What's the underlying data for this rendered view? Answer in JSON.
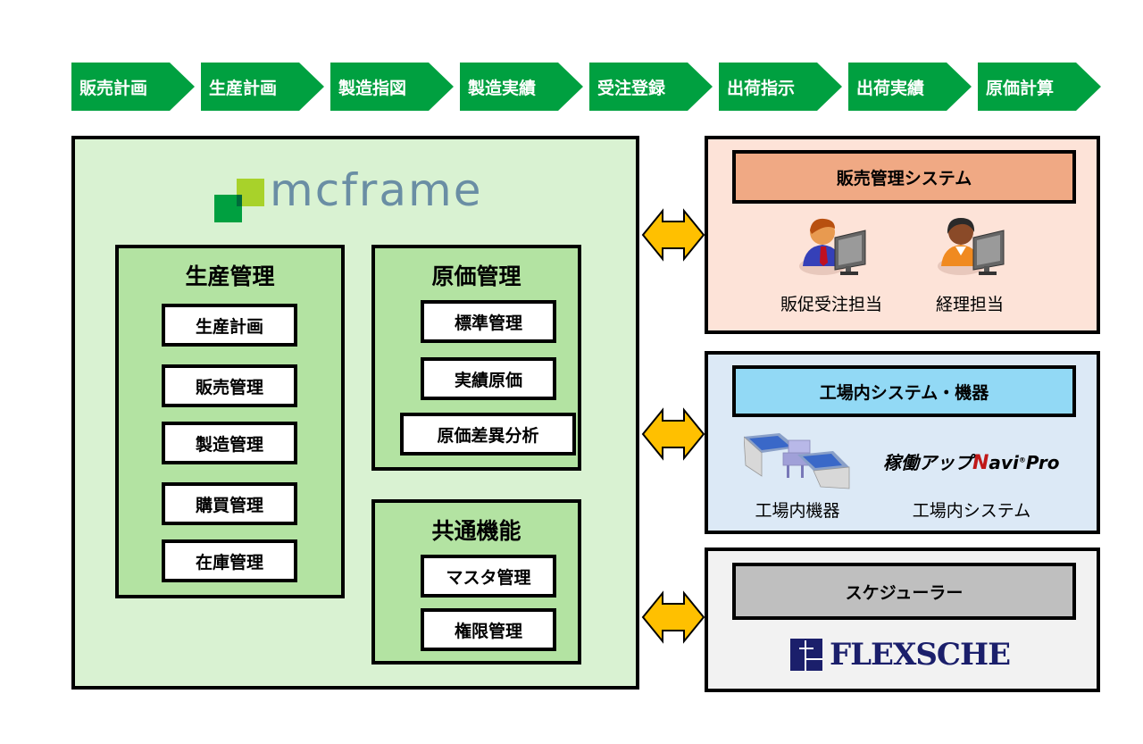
{
  "process_flow": {
    "steps": [
      "販売計画",
      "生産計画",
      "製造指図",
      "製造実績",
      "受注登録",
      "出荷指示",
      "出荷実績",
      "原価計算"
    ],
    "color": "#00a040"
  },
  "mcframe": {
    "logo_text": "mcframe",
    "groups": {
      "production": {
        "title": "生産管理",
        "modules": [
          "生産計画",
          "販売管理",
          "製造管理",
          "購買管理",
          "在庫管理"
        ]
      },
      "cost": {
        "title": "原価管理",
        "modules": [
          "標準管理",
          "実績原価",
          "原価差異分析"
        ]
      },
      "common": {
        "title": "共通機能",
        "modules": [
          "マスタ管理",
          "権限管理"
        ]
      }
    }
  },
  "external_systems": {
    "sales": {
      "header": "販売管理システム",
      "users": [
        "販促受注担当",
        "経理担当"
      ],
      "icons": [
        "businessman-computer-icon",
        "clerk-computer-icon"
      ]
    },
    "factory": {
      "header": "工場内システム・機器",
      "brand": {
        "prefix": "稼働アップ",
        "n": "N",
        "avi": "avi",
        "reg": "®",
        "pro": "Pro"
      },
      "labels": [
        "工場内機器",
        "工場内システム"
      ]
    },
    "scheduler": {
      "header": "スケジューラー",
      "brand": "FLEXSCHE"
    }
  },
  "colors": {
    "mcframe_bg": "#d9f2d2",
    "group_bg": "#b3e3a2",
    "sales_bg": "#fde3d8",
    "sales_header": "#f0a984",
    "factory_bg": "#dce9f6",
    "factory_header": "#92d9f5",
    "scheduler_bg": "#f2f2f2",
    "scheduler_header": "#bfbfbf",
    "arrow": "#ffc000",
    "flexsche": "#1b1f6b"
  }
}
